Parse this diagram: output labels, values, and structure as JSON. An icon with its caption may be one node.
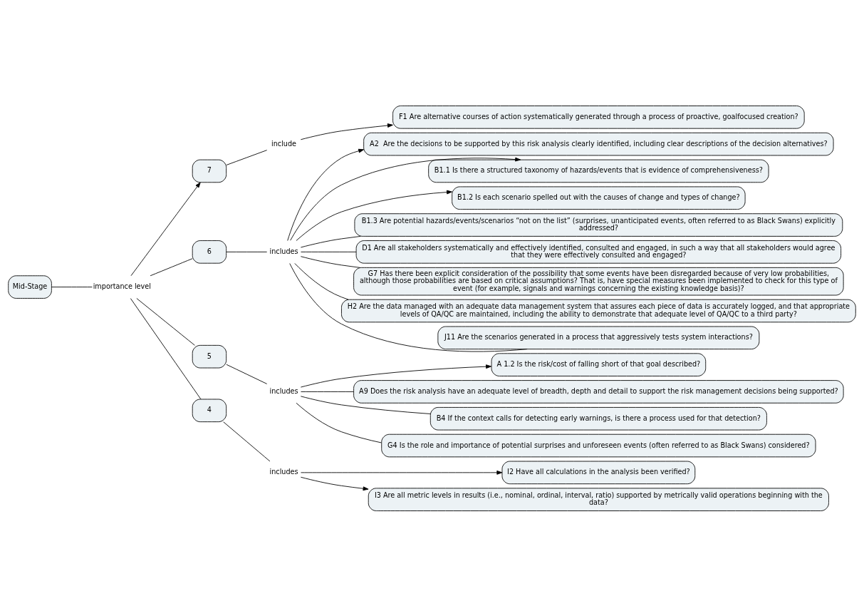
{
  "diagram": {
    "nodes": [
      {
        "text": [
          "Mid-Stage"
        ]
      },
      {
        "text": [
          "importance level"
        ]
      },
      {
        "text": [
          "7"
        ]
      },
      {
        "text": [
          "include"
        ]
      },
      {
        "text": [
          "F1 Are alternative courses of action systematically generated through a process of proactive, goalfocused creation?"
        ]
      },
      {
        "text": [
          "6"
        ]
      },
      {
        "text": [
          "includes"
        ]
      },
      {
        "text": [
          "A2  Are the decisions to be supported by this risk analysis clearly identified, including clear descriptions of the decision alternatives?"
        ]
      },
      {
        "text": [
          "B1.1 Is there a structured taxonomy of hazards/events that is evidence of comprehensiveness?"
        ]
      },
      {
        "text": [
          "B1.2 Is each scenario spelled out with the causes of change and types of change?"
        ]
      },
      {
        "text": [
          "B1.3 Are potential hazards/events/scenarios “not on the list” (surprises, unanticipated events, often referred to as Black Swans) explicitly addressed?"
        ]
      },
      {
        "text": [
          "D1 Are all stakeholders systematically and effectively identified, consulted and engaged, in such a way that all stakeholders would agree that they were effectively consulted and engaged?"
        ]
      },
      {
        "text": [
          "G7 Has there been explicit consideration of the possibility that some events have been disregarded because of very low probabilities, although those probabilities are based on critical assumptions? That is, have special measures been implemented to check for this type of event (for example, signals and warnings concerning the existing knowledge basis)?"
        ]
      },
      {
        "text": [
          "H2 Are the data managed with an adequate data management system that assures each piece of data is accurately logged, and that appropriate levels of QA/QC are maintained, including the ability to demonstrate that adequate level of QA/QC to a third party?"
        ]
      },
      {
        "text": [
          "J11 Are the scenarios generated in a process that aggressively tests system interactions?"
        ]
      },
      {
        "text": [
          "5"
        ]
      },
      {
        "text": [
          "includes"
        ]
      },
      {
        "text": [
          "A 1.2 Is the risk/cost of falling short of that goal described?"
        ]
      },
      {
        "text": [
          "A9 Does the risk analysis have an adequate level of breadth, depth and detail to support the risk management decisions being supported?"
        ]
      },
      {
        "text": [
          "B4 If the context calls for detecting early warnings, is there a process used for that detection?"
        ]
      },
      {
        "text": [
          "G4 Is the role and importance of potential surprises and unforeseen events (often referred to as Black Swans) considered?"
        ]
      },
      {
        "text": [
          "4"
        ]
      },
      {
        "text": [
          "includes"
        ]
      },
      {
        "text": [
          "I2 Have all calculations in the analysis been verified?"
        ]
      },
      {
        "text": [
          "I3 Are all metric levels in results (i.e., nominal, ordinal, interval, ratio) supported by metrically valid operations beginning with the data?"
        ]
      }
    ],
    "edges": [
      {
        "from": 0,
        "to": 1,
        "arrow": "none"
      },
      {
        "from": 1,
        "to": 2,
        "arrow": "to"
      },
      {
        "from": 2,
        "to": 3,
        "arrow": "none"
      },
      {
        "from": 3,
        "to": 4,
        "arrow": "to"
      },
      {
        "from": 1,
        "to": 5,
        "arrow": "none"
      },
      {
        "from": 5,
        "to": 6,
        "arrow": "none"
      },
      {
        "from": 6,
        "to": 7,
        "arrow": "to"
      },
      {
        "from": 6,
        "to": 8,
        "arrow": "to"
      },
      {
        "from": 6,
        "to": 9,
        "arrow": "to"
      },
      {
        "from": 6,
        "to": 10,
        "arrow": "none"
      },
      {
        "from": 6,
        "to": 11,
        "arrow": "none"
      },
      {
        "from": 6,
        "to": 12,
        "arrow": "none"
      },
      {
        "from": 6,
        "to": 13,
        "arrow": "none"
      },
      {
        "from": 6,
        "to": 14,
        "arrow": "none"
      },
      {
        "from": 1,
        "to": 15,
        "arrow": "none"
      },
      {
        "from": 15,
        "to": 16,
        "arrow": "none"
      },
      {
        "from": 16,
        "to": 17,
        "arrow": "to"
      },
      {
        "from": 16,
        "to": 18,
        "arrow": "none"
      },
      {
        "from": 16,
        "to": 19,
        "arrow": "none"
      },
      {
        "from": 16,
        "to": 20,
        "arrow": "none"
      },
      {
        "from": 1,
        "to": 21,
        "arrow": "none"
      },
      {
        "from": 21,
        "to": 22,
        "arrow": "none"
      },
      {
        "from": 22,
        "to": 23,
        "arrow": "to"
      },
      {
        "from": 22,
        "to": 24,
        "arrow": "to"
      }
    ]
  }
}
